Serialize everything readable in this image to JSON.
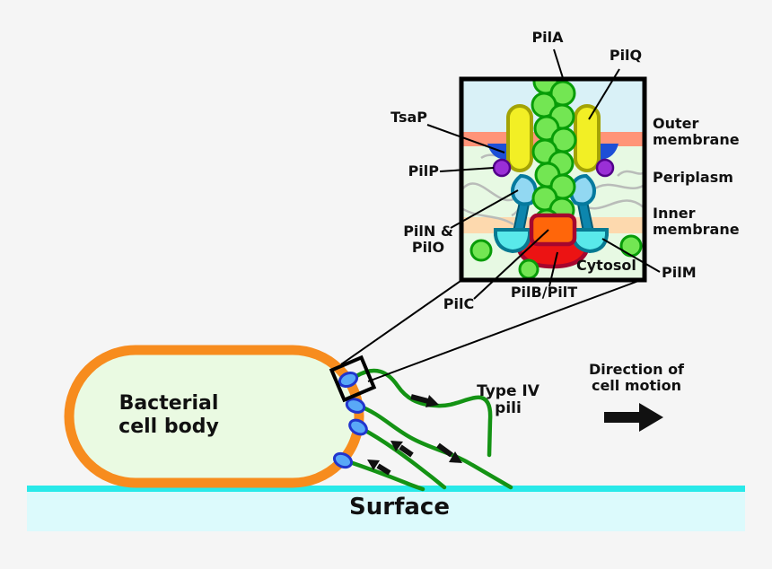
{
  "figure": {
    "title_hint": "Type IV pili motility diagram",
    "inset": {
      "labels": {
        "pila": "PilA",
        "pilq": "PilQ",
        "tsap": "TsaP",
        "pilp": "PilP",
        "piln_pilo": "PilN &\nPilO",
        "pilc": "PilC",
        "pilb_pilt": "PilB/PilT",
        "pilm": "PilM",
        "cytosol": "Cytosol",
        "outer_membrane": "Outer\nmembrane",
        "periplasm": "Periplasm",
        "inner_membrane": "Inner\nmembrane"
      }
    },
    "scene": {
      "cell_body": "Bacterial\ncell body",
      "type_iv_pili": "Type IV\npili",
      "direction": "Direction of\ncell motion",
      "surface": "Surface"
    },
    "colors": {
      "background": "#f5f5f5",
      "extracellular": "#d9f1f7",
      "outer_membrane_band": "#ff9478",
      "periplasm": "#e7f9e3",
      "inner_membrane_band": "#fdd9ae",
      "pilA_green_fill": "#73e653",
      "pilA_green_stroke": "#089d08",
      "pilQ_yellow": "#f2ef25",
      "pilQ_yellow_stroke": "#a3a305",
      "tsaP_blue": "#1d4fd6",
      "pilP_purple": "#9a2fd6",
      "pilN_head_blue": "#92d8f2",
      "pilN_stem_teal": "#0d86ad",
      "pilM_cyan": "#59e9ea",
      "pilC_orange": "#ff660a",
      "pilB_red": "#ec1313",
      "machine_dark_red": "#a5062e",
      "cell_border_orange": "#f78c1e",
      "cell_fill": "#eafae2",
      "pilus_green": "#149314",
      "pilus_base_blue": "#59a8f7",
      "surface_cyan": "#29e9e9",
      "surface_light": "#dcfafc",
      "peptidoglycan_gray": "#b9bcb9"
    }
  }
}
